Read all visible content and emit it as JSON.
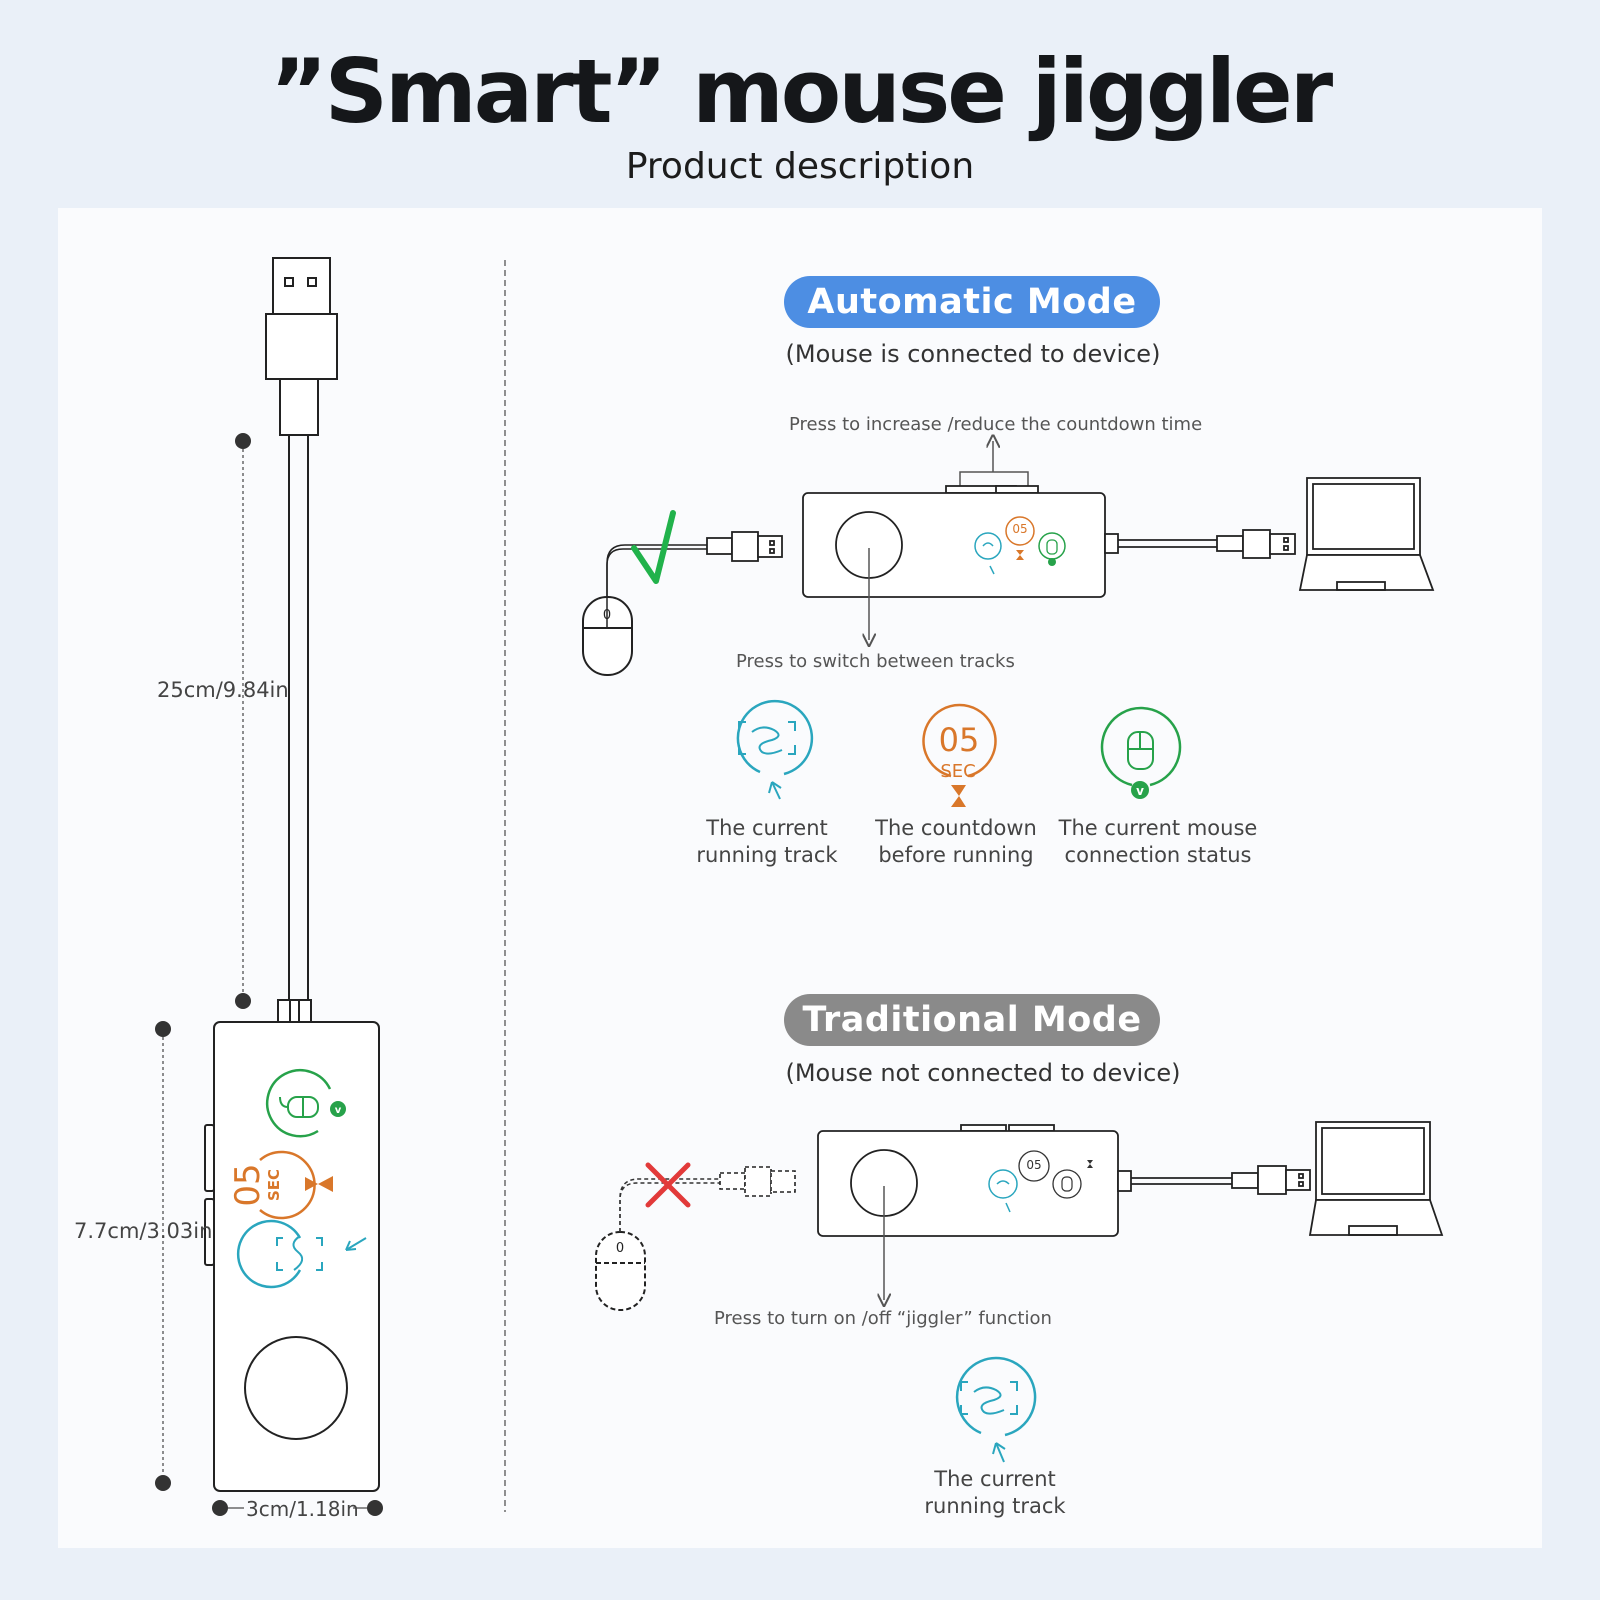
{
  "header": {
    "title": "”Smart” mouse jiggler",
    "subtitle": "Product description"
  },
  "dimensions": {
    "cable_length": "25cm/9.84in",
    "device_length": "7.7cm/3.03in",
    "device_width": "3cm/1.18in"
  },
  "automatic_mode": {
    "label": "Automatic Mode",
    "subtitle": "(Mouse is connected to device)",
    "top_button_note": "Press to increase /reduce the countdown time",
    "main_button_note": "Press to switch between tracks",
    "indicators": [
      {
        "icon": "track-icon",
        "caption": "The current\nrunning track"
      },
      {
        "icon": "countdown-icon",
        "caption": "The countdown\nbefore running"
      },
      {
        "icon": "mouse-status-icon",
        "caption": "The current mouse\nconnection status"
      }
    ]
  },
  "traditional_mode": {
    "label": "Traditional Mode",
    "subtitle": "(Mouse not connected to device)",
    "main_button_note": "Press to turn on /off “jiggler” function",
    "indicator": {
      "icon": "track-icon",
      "caption": "The current\nrunning track"
    }
  },
  "icon_text": {
    "countdown_number": "05",
    "countdown_unit": "SEC",
    "mouse_button": "0",
    "check": "v"
  },
  "colors": {
    "automatic_pill": "#4d8ee3",
    "traditional_pill": "#8a8a8a",
    "track_teal": "#2aa6be",
    "countdown_orange": "#d9772a",
    "status_green": "#27a24a",
    "check_green": "#21b24b",
    "cross_red": "#e23a3a"
  }
}
